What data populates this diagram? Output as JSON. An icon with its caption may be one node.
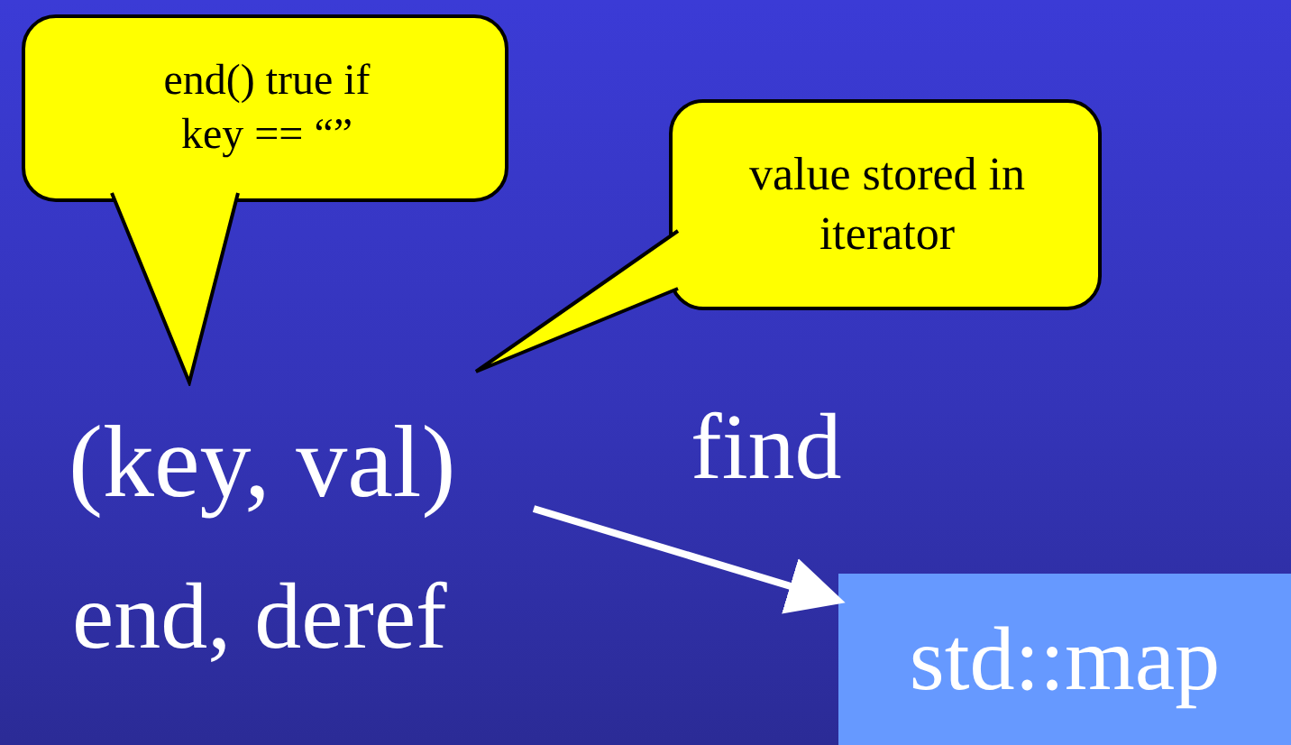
{
  "diagram": {
    "nodes": [
      {
        "text": [
          "end() true if key == “”"
        ]
      },
      {
        "text": [
          "value stored in iterator"
        ]
      },
      {
        "text": [
          "(key, val)"
        ]
      },
      {
        "text": [
          "std::map"
        ]
      }
    ],
    "edges": [
      {
        "from": 2,
        "to": 3,
        "arrow": "to"
      }
    ],
    "labels": [
      "find",
      "end, deref"
    ]
  }
}
